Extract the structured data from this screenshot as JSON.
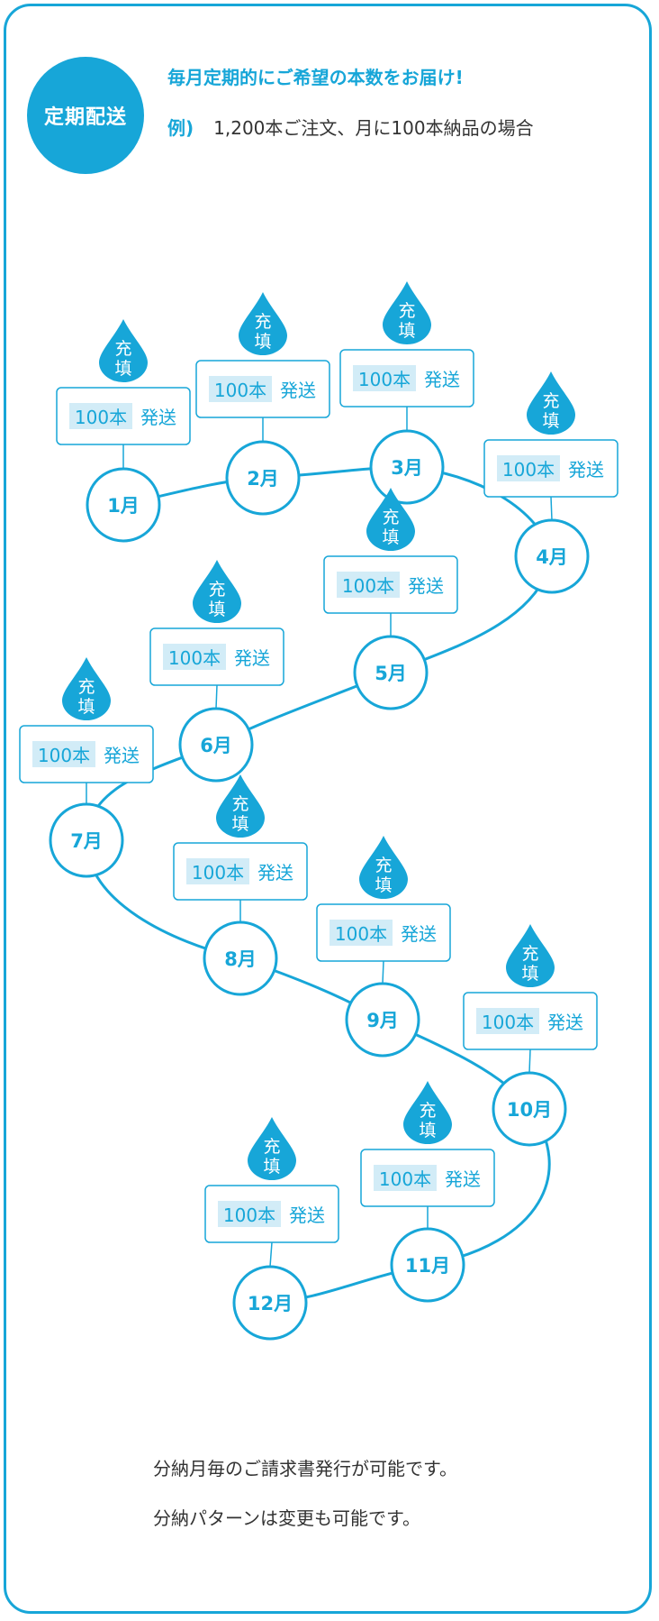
{
  "header": {
    "badge_label": "定期配送",
    "headline": "毎月定期的にご希望の本数をお届け!",
    "example_label": "例)",
    "example_text": "1,200本ご注文、月に100本納品の場合"
  },
  "diagram": {
    "fill_label_line1": "充",
    "fill_label_line2": "填",
    "ship_qty": "100本",
    "ship_word": "発送",
    "months": [
      "1月",
      "2月",
      "3月",
      "4月",
      "5月",
      "6月",
      "7月",
      "8月",
      "9月",
      "10月",
      "11月",
      "12月"
    ]
  },
  "notes": [
    "分納月毎のご請求書発行が可能です。",
    "分納パターンは変更も可能です。"
  ],
  "colors": {
    "accent": "#17a6d8",
    "tag_highlight": "#d2ecf7",
    "text": "#333333"
  }
}
